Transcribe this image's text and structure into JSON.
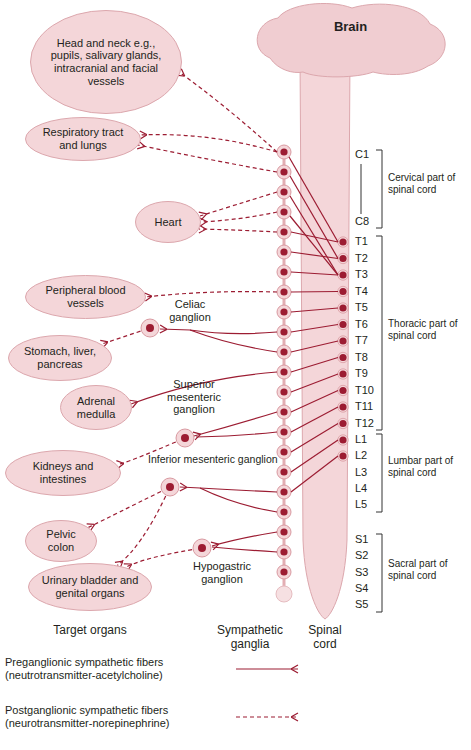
{
  "diagram": {
    "nodes": [
      {
        "text": [
          "Brain"
        ]
      },
      {
        "text": [
          "Head and neck e.g., pupils, salivary glands, intracranial and facial vessels"
        ]
      },
      {
        "text": [
          "Respiratory tract and lungs"
        ]
      },
      {
        "text": [
          "Heart"
        ]
      },
      {
        "text": [
          "Peripheral blood vessels"
        ]
      },
      {
        "text": [
          "Celiac ganglion"
        ]
      },
      {
        "text": [
          "Stomach, liver, pancreas"
        ]
      },
      {
        "text": [
          "Adrenal medulla"
        ]
      },
      {
        "text": [
          "Superior mesenteric ganglion"
        ]
      },
      {
        "text": [
          "Kidneys and intestines"
        ]
      },
      {
        "text": [
          "Inferior mesenteric ganglion"
        ]
      },
      {
        "text": [
          "Pelvic colon"
        ]
      },
      {
        "text": [
          "Hypogastric ganglion"
        ]
      },
      {
        "text": [
          "Urinary bladder and genital organs"
        ]
      }
    ],
    "edges": [
      {
        "from": 5,
        "to": 6,
        "arrow": "to"
      },
      {
        "from": 8,
        "to": 9,
        "arrow": "to"
      },
      {
        "from": 10,
        "to": 11,
        "arrow": "to"
      },
      {
        "from": 10,
        "to": 13,
        "arrow": "to"
      },
      {
        "from": 12,
        "to": 13,
        "arrow": "to"
      }
    ],
    "labels": [
      "C1",
      "C8",
      "T1",
      "T2",
      "T3",
      "T4",
      "T5",
      "T6",
      "T7",
      "T8",
      "T9",
      "T10",
      "T11",
      "T12",
      "L1",
      "L2",
      "L3",
      "L4",
      "L5",
      "S1",
      "S2",
      "S3",
      "S4",
      "S5",
      "Cervical part of spinal cord",
      "Thoracic part of spinal cord",
      "Lumbar part of spinal cord",
      "Sacral part of spinal cord",
      "Target organs",
      "Sympathetic ganglia",
      "Spinal cord"
    ],
    "legend": [
      {
        "text": "Preganglionic sympathetic fibers (neutrotransmitter-acetylcholine)"
      },
      {
        "text": "Postganglionic sympathetic fibers (neurotransmitter-norepinephrine)"
      }
    ]
  }
}
